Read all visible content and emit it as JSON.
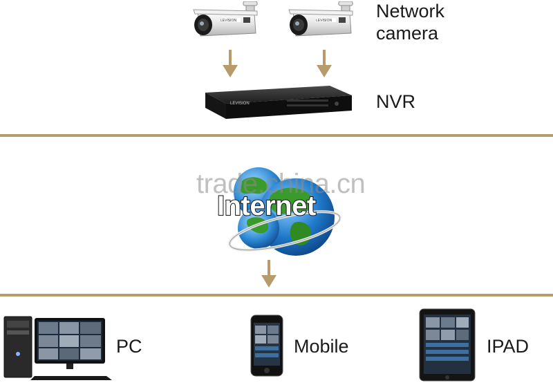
{
  "labels": {
    "camera_line1": "Network",
    "camera_line2": "camera",
    "nvr": "NVR",
    "internet": "Internet",
    "pc": "PC",
    "mobile": "Mobile",
    "ipad": "IPAD",
    "camera_brand": "LEVISION",
    "nvr_brand": "LEVISION"
  },
  "watermark": "trade.china.cn",
  "colors": {
    "divider": "#b79b6a",
    "arrow": "#b79b6a",
    "text": "#1a1a1a",
    "globe_ocean": "#1e78c8",
    "globe_land": "#3a9a2c"
  },
  "icons": {
    "camera": "network-camera-icon",
    "nvr": "nvr-recorder-icon",
    "globe": "globe-icon",
    "pc": "desktop-pc-icon",
    "mobile": "smartphone-icon",
    "ipad": "tablet-icon"
  }
}
